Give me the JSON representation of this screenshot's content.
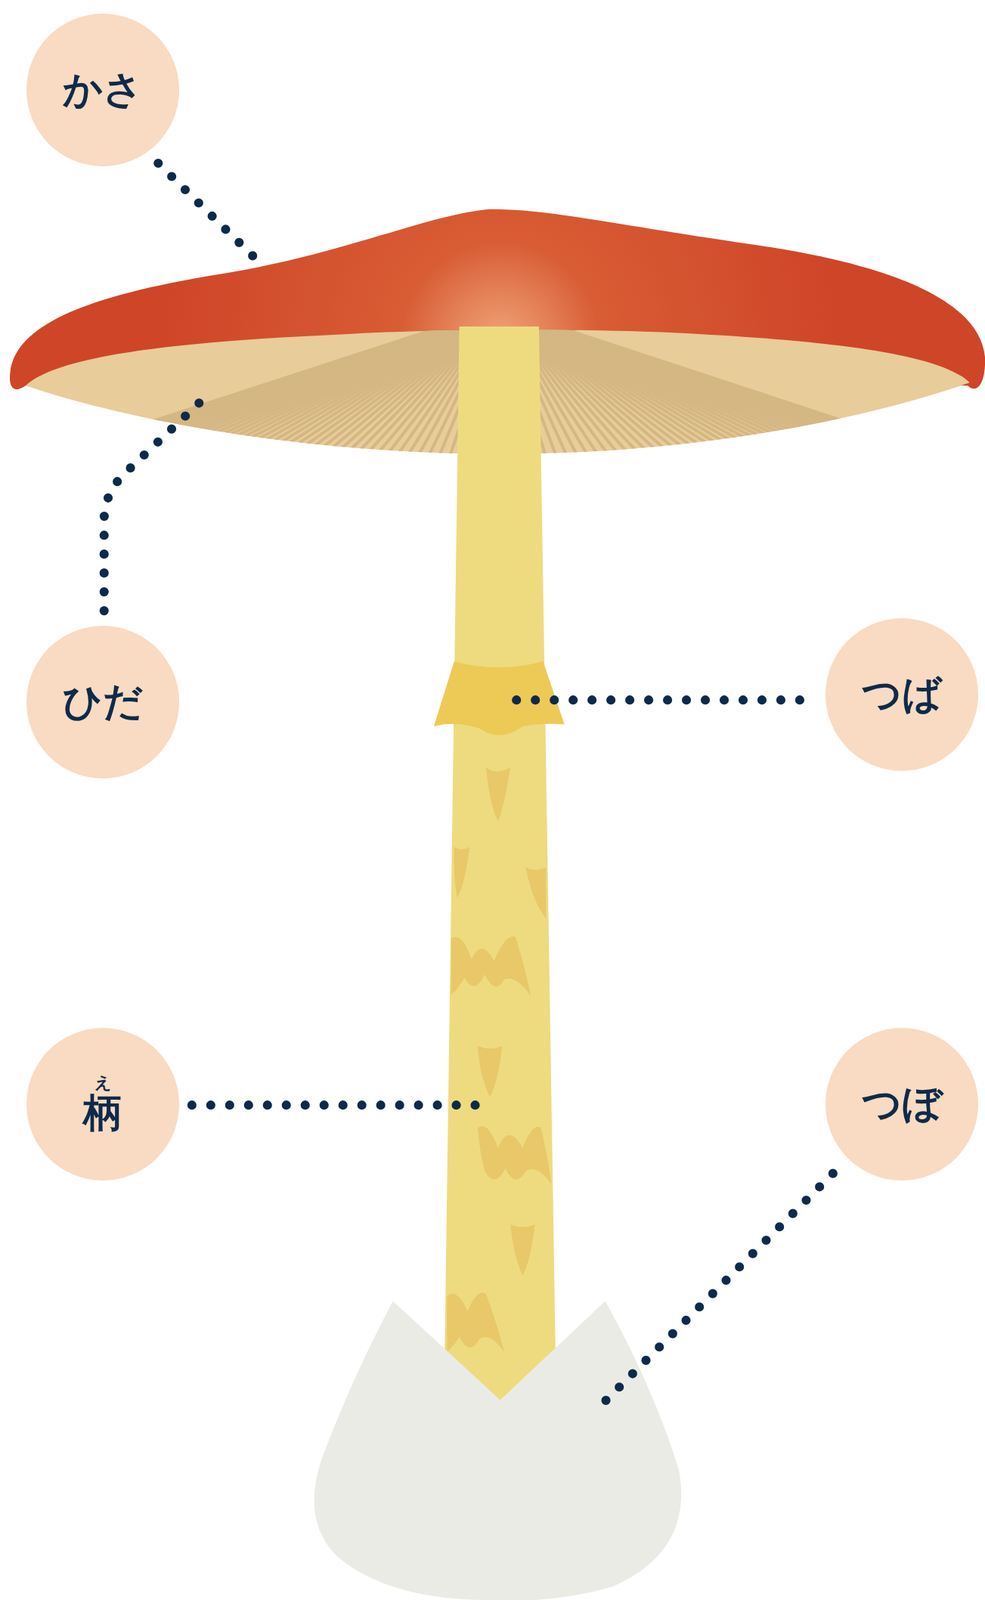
{
  "diagram": {
    "nodes": [
      {
        "text": [
          "かさ"
        ]
      },
      {
        "text": [
          "ひだ"
        ]
      },
      {
        "text": [
          "つば"
        ]
      },
      {
        "text": [
          "え",
          "柄"
        ]
      },
      {
        "text": [
          "つぼ"
        ]
      }
    ]
  }
}
